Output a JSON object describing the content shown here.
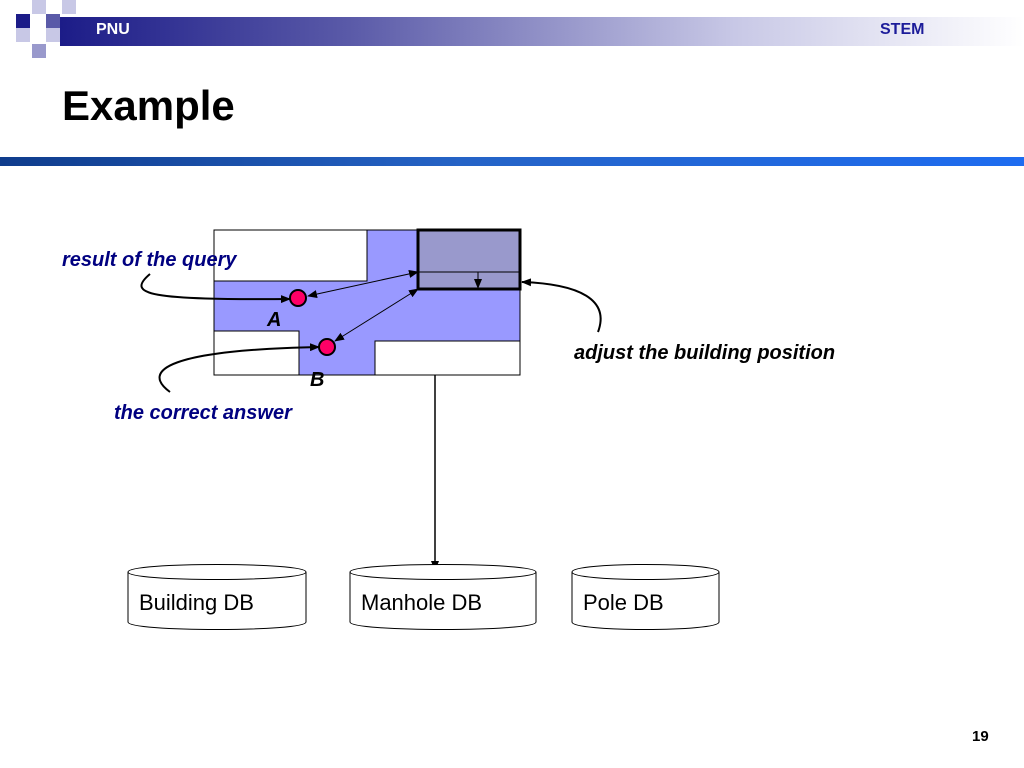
{
  "header": {
    "left_label": "PNU",
    "right_label": "STEM"
  },
  "title": "Example",
  "callouts": {
    "query_result": "result of the query",
    "correct_answer": "the correct answer",
    "adjust_building": "adjust the building position"
  },
  "points": {
    "a": "A",
    "b": "B"
  },
  "databases": [
    {
      "label": "Building DB"
    },
    {
      "label": "Manhole DB"
    },
    {
      "label": "Pole DB"
    }
  ],
  "page_number": "19",
  "colors": {
    "header_dark": "#1c1c88",
    "rule_blue": "#1e6cf0",
    "area_fill": "#9999ff",
    "building_fill": "#9999cc",
    "point_fill": "#ff0066",
    "callout_text": "#000080"
  }
}
